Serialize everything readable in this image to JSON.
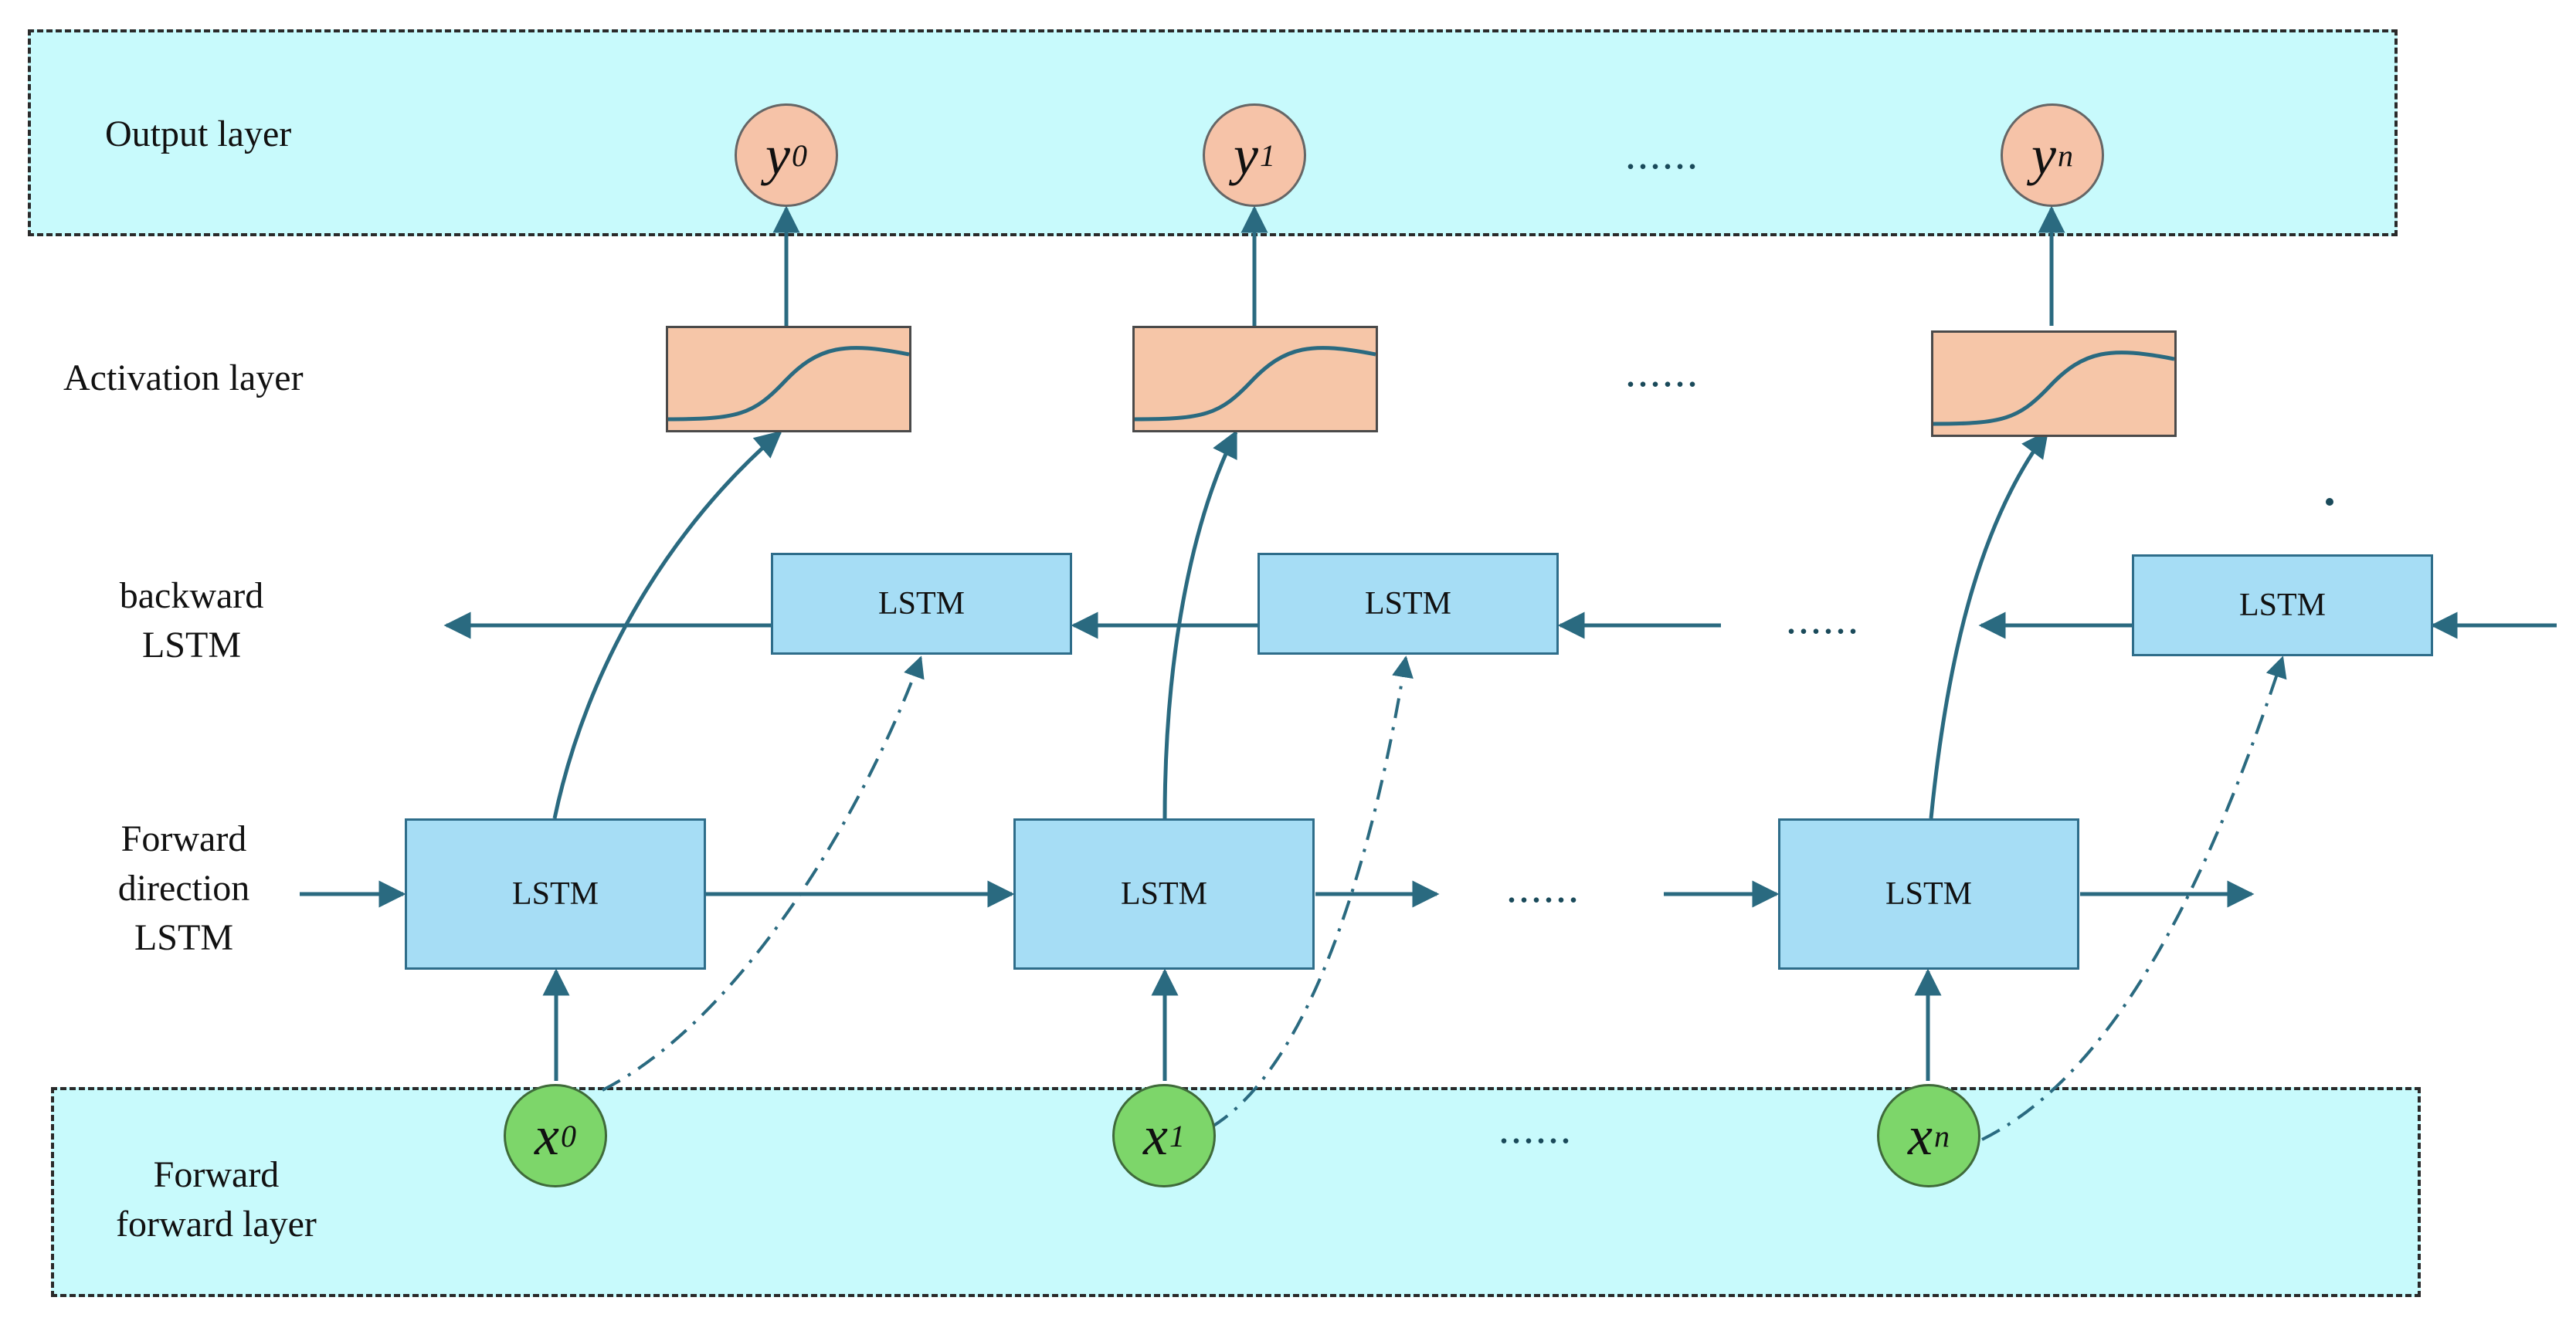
{
  "layers": {
    "output": "Output layer",
    "activation": "Activation layer",
    "backward_line1": "backward",
    "backward_line2": "LSTM",
    "forward_line1": "Forward",
    "forward_line2": "direction",
    "forward_line3": "LSTM",
    "input_line1": "Forward",
    "input_line2": "forward layer"
  },
  "cells": {
    "lstm_label": "LSTM"
  },
  "outputs": [
    {
      "base": "y",
      "sub": "0"
    },
    {
      "base": "y",
      "sub": "1"
    },
    {
      "base": "y",
      "sub": "n"
    }
  ],
  "inputs": [
    {
      "base": "x",
      "sub": "0"
    },
    {
      "base": "x",
      "sub": "1"
    },
    {
      "base": "x",
      "sub": "n"
    }
  ],
  "ellipsis": "......",
  "colors": {
    "band": "#c8fafc",
    "lstm_fill": "#a6ddf5",
    "activation_fill": "#f6c6a8",
    "output_node": "#f6c3a8",
    "input_node": "#7dd66a",
    "arrow": "#2a6a80"
  }
}
